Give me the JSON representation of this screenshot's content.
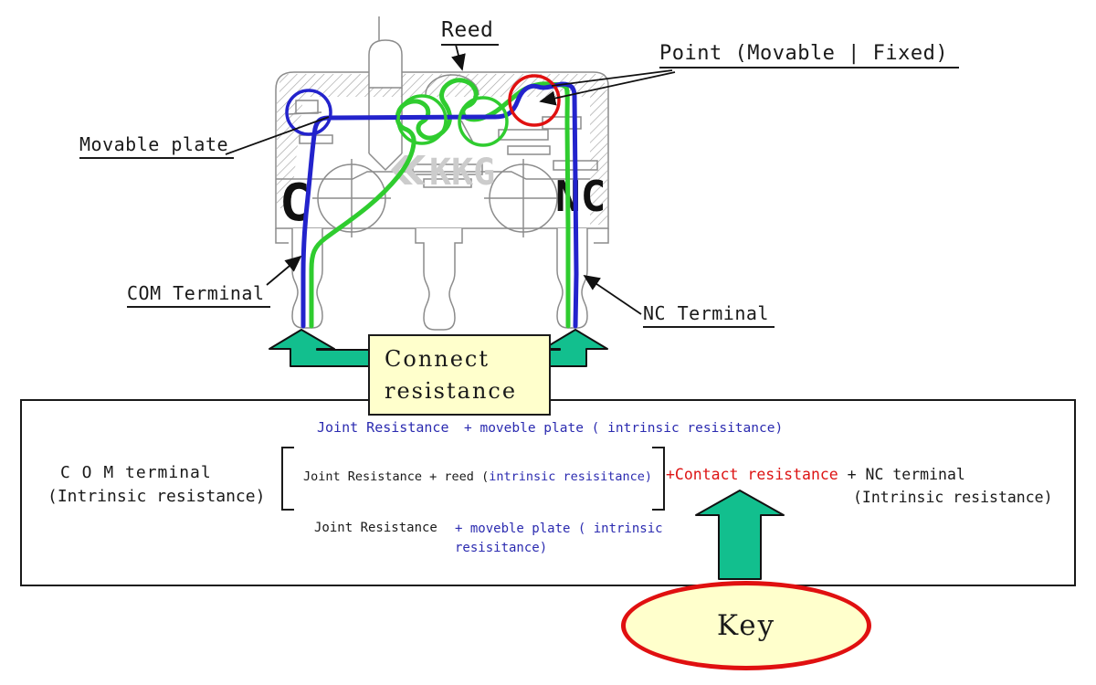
{
  "diagram": {
    "labels": {
      "reed": "Reed",
      "point": "Point (Movable | Fixed)",
      "movable_plate": "Movable plate",
      "com_terminal": "COM Terminal",
      "nc_terminal": "NC Terminal"
    },
    "markings": {
      "com": "C",
      "nc": "NC",
      "watermark": "KKG"
    }
  },
  "connect_box": {
    "line1": "Connect",
    "line2": "resistance"
  },
  "formula": {
    "top_line": {
      "joint": "Joint Resistance",
      "rest": "+ moveble plate ( intrinsic resisitance)"
    },
    "com_column": {
      "line1": "C O M terminal",
      "line2": "(Intrinsic resistance)"
    },
    "bracket_term": {
      "black": "Joint Resistance + reed (",
      "blue": "intrinsic resisitance)"
    },
    "contact_term": {
      "red": "+Contact resistance",
      "black": " + NC terminal",
      "sub": "(Intrinsic resistance)"
    },
    "bottom_line": {
      "joint": "Joint Resistance",
      "blue_part1": "+ moveble plate ( intrinsic",
      "blue_part2": "resisitance)"
    }
  },
  "key_badge": {
    "label": "Key"
  },
  "colors": {
    "blue_wire": "#2323cc",
    "green_wire": "#2fcc2f",
    "red_highlight": "#e01010",
    "arrow_green": "#12bf8e",
    "pale_yellow": "#ffffcc",
    "blue_text": "#2b2bb0",
    "red_text": "#dd1414"
  }
}
